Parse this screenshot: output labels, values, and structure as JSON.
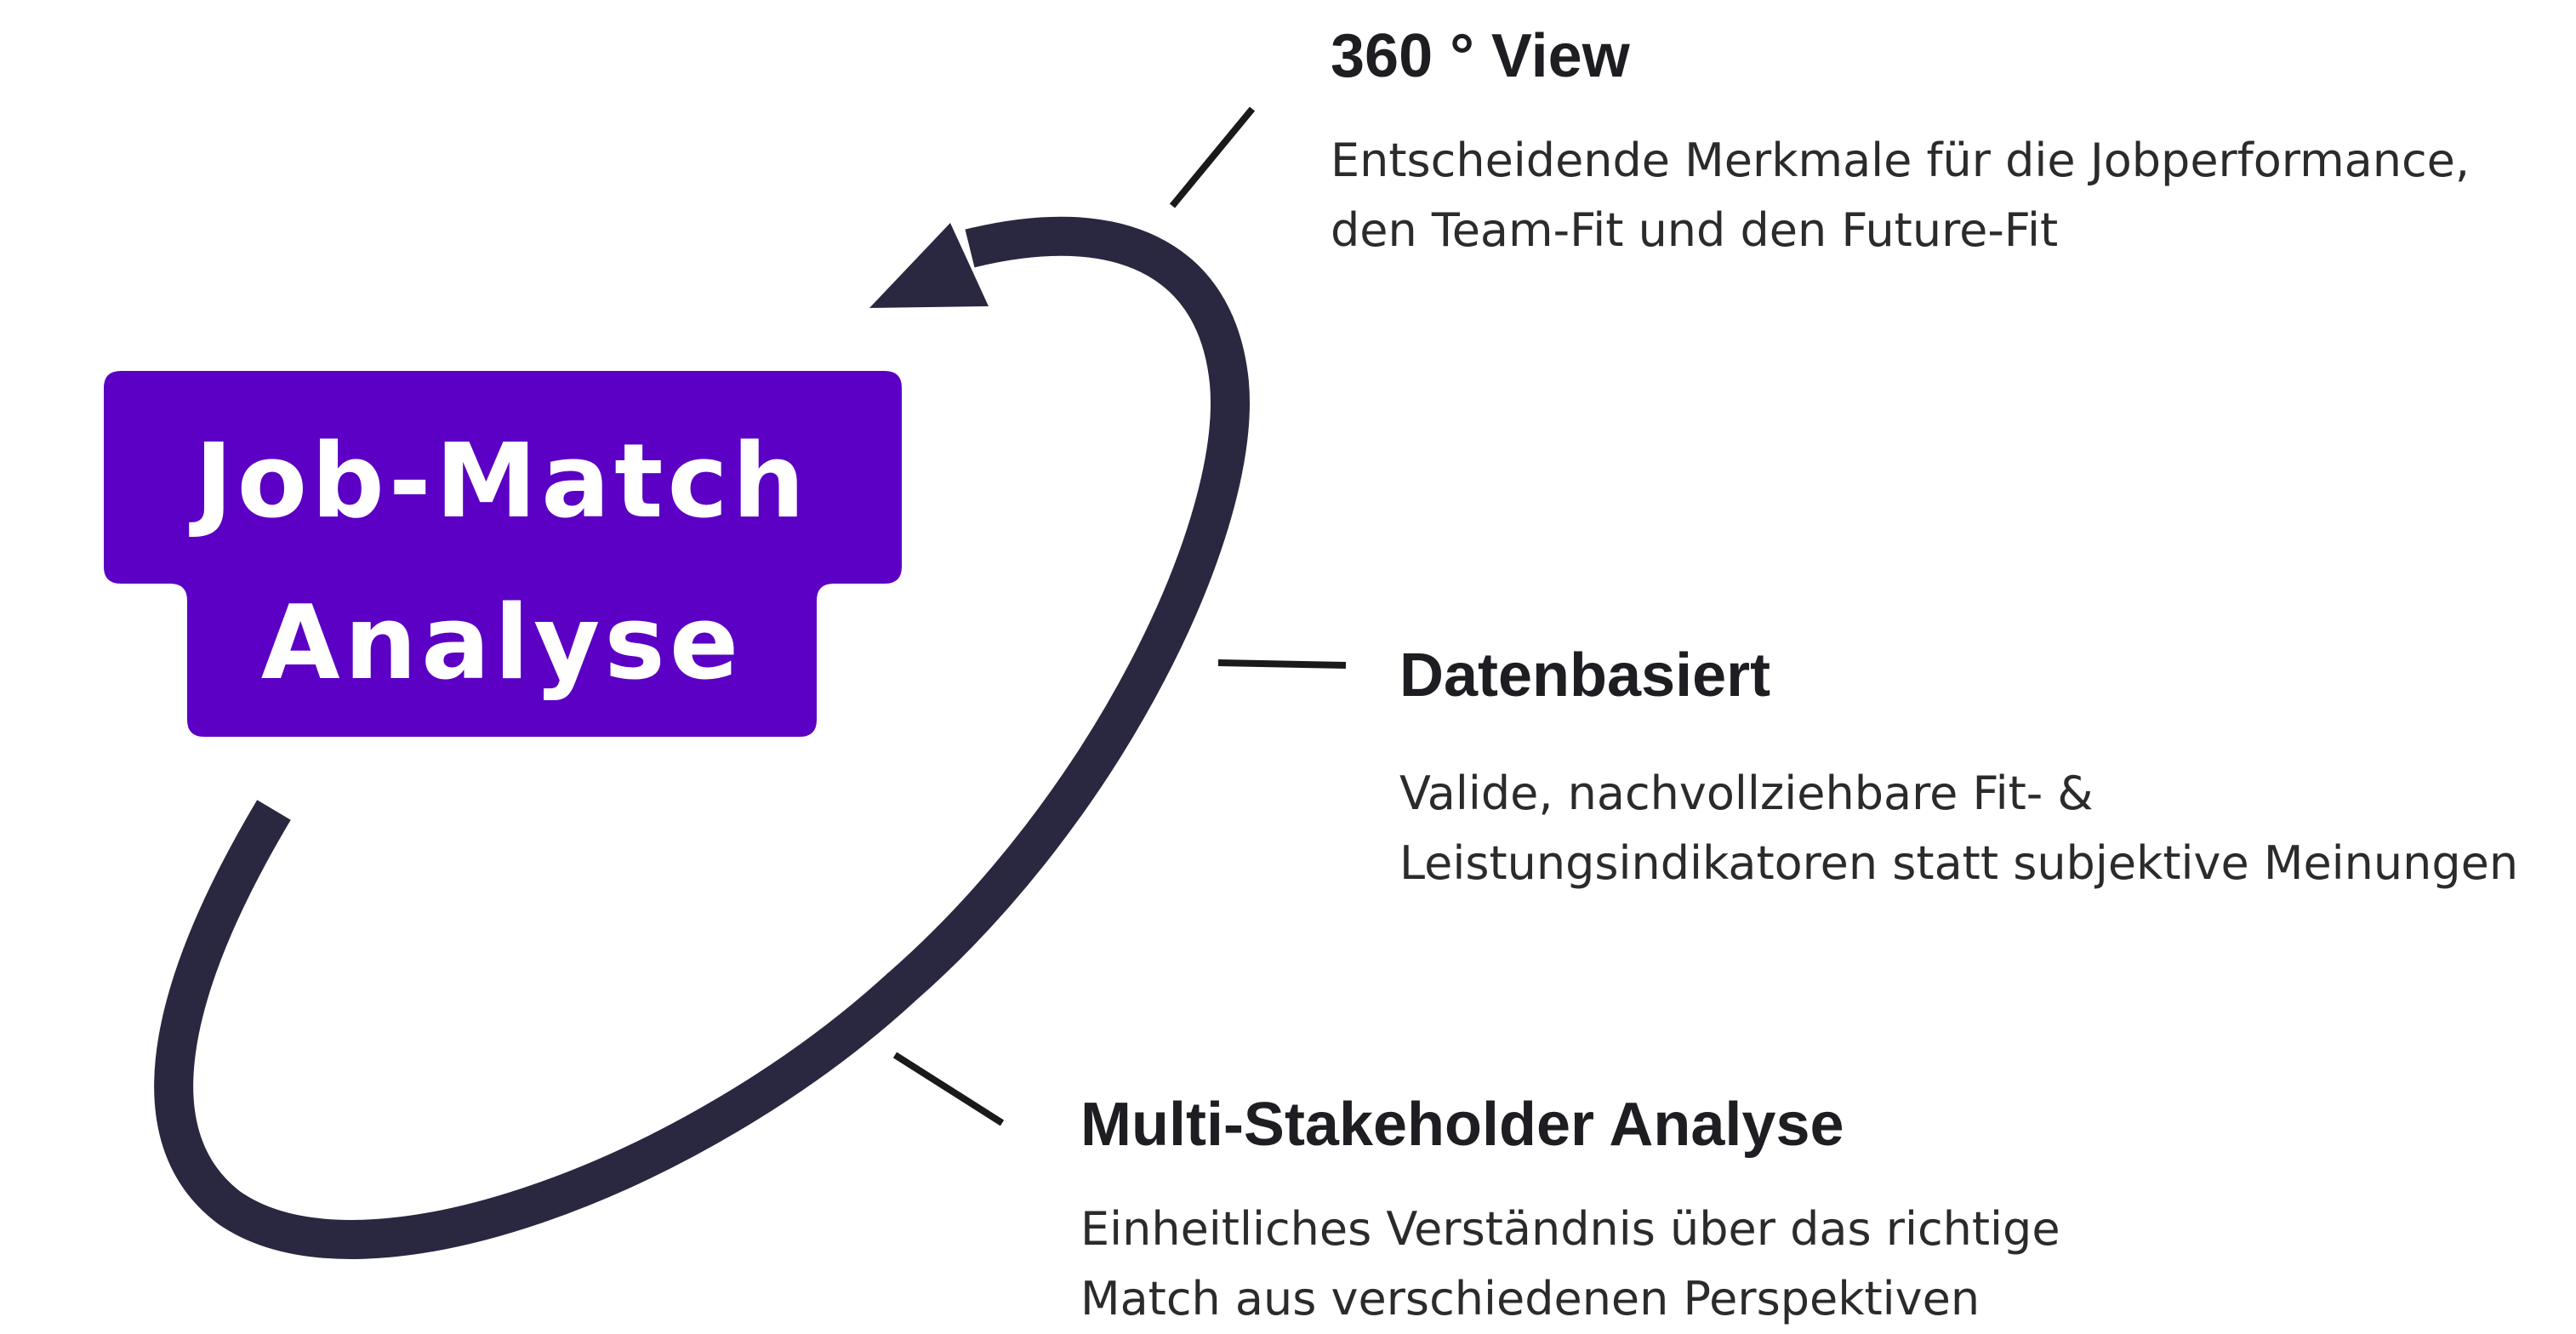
{
  "main": {
    "title_line1": "Job-Match",
    "title_line2": "Analyse"
  },
  "features": [
    {
      "title": "360 ° View",
      "line1": "Entscheidende Merkmale für die Jobperformance,",
      "line2": "den Team-Fit und den Future-Fit"
    },
    {
      "title": "Datenbasiert",
      "line1": "Valide, nachvollziehbare Fit- &",
      "line2": "Leistungsindikatoren statt subjektive Meinungen"
    },
    {
      "title": "Multi-Stakeholder Analyse",
      "line1": "Einheitliches Verständnis über das richtige",
      "line2": "Match aus verschiedenen Perspektiven"
    }
  ],
  "colors": {
    "title_box": "#5b00c4",
    "loop_arrow": "#2a2740",
    "connector": "#1a1a1a"
  }
}
